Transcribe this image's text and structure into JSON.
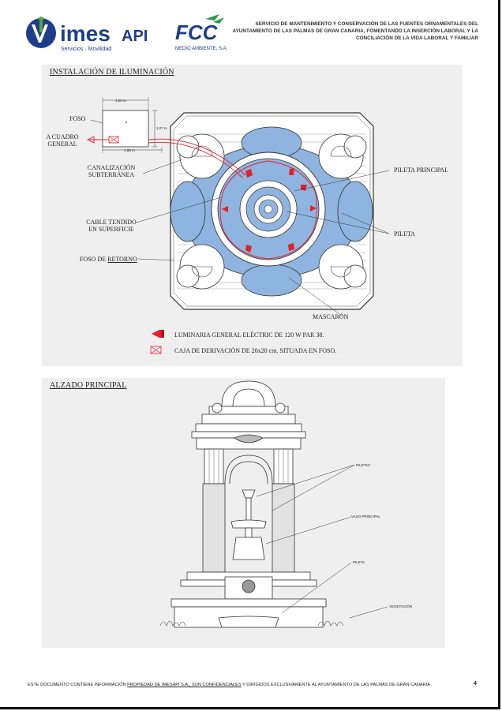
{
  "header": {
    "logo1": {
      "name": "imes",
      "suffix": "API",
      "tagline": "Servicios · Movilidad"
    },
    "logo2": {
      "name": "FCC",
      "tagline": "MEDIO AMBIENTE, S.A."
    },
    "lines": [
      "SERVICIO DE MANTENIMIENTO Y CONSERVACIÓN DE LAS FUENTES ORNAMENTALES DEL",
      "AYUNTAMIENTO DE LAS PALMAS DE GRAN CANARIA, FOMENTANDO LA INSERCIÓN LABORAL Y LA",
      "CONCILIACIÓN DE LA VIDA LABORAL Y FAMILIAR"
    ],
    "colors": {
      "imes_blue": "#1e3f87",
      "imes_green": "#5aa53a",
      "fcc_green": "#2e9a4b"
    }
  },
  "figure1": {
    "title": "INSTALACIÓN DE ILUMINACIÓN",
    "dims": {
      "width": "1.20 m",
      "height": "1.07 m",
      "bottom": "1.85 m"
    },
    "labels": {
      "foso": "FOSO",
      "cuadro1": "A CUADRO",
      "cuadro2": "GENERAL",
      "canal1": "CANALIZACIÓN",
      "canal2": "SUBTERRÁNEA",
      "cable1": "CABLE TENDIDO",
      "cable2": "EN SUPERFICIE",
      "retorno_prefix": "FOSO DE ",
      "retorno_word": "RETORNO",
      "pileta_principal": "PILETA PRINCIPAL",
      "pileta": "PILETA",
      "mascaron": "MASCARÓN"
    },
    "legend": [
      {
        "symbol": "red-lamp-icon",
        "text": "LUMINARIA GENERAL ELÉCTRIC DE 120 W PAR 38."
      },
      {
        "symbol": "junction-box-icon",
        "text": "CAJA DE DERIVACIÓN DE 20x20 cm. SITUADA EN FOSO."
      }
    ],
    "colors": {
      "water": "#8fb4df",
      "lamp": "#e0202a",
      "lines": "#333333"
    }
  },
  "figure2": {
    "title": "ALZADO PRINCIPAL",
    "labels": {
      "piletas": "PILETAS",
      "vaso": "VASO PRINCIPAL",
      "pileta": "PILETA",
      "vegetacion": "VEGETACIÓN"
    }
  },
  "footer": {
    "text_a": "ESTE DOCUMENTO CONTIENE INFORMACIÓN ",
    "text_b": "PROPIEDAD DE IMESAPI S.A., SON CONFIDENCIALES",
    "text_c": " Y DIRIGIDOS EXCLUSIVAMENTE AL AYUNTAMIENTO DE LAS PALMAS DE GRAN CANARIA.",
    "page": "4"
  }
}
